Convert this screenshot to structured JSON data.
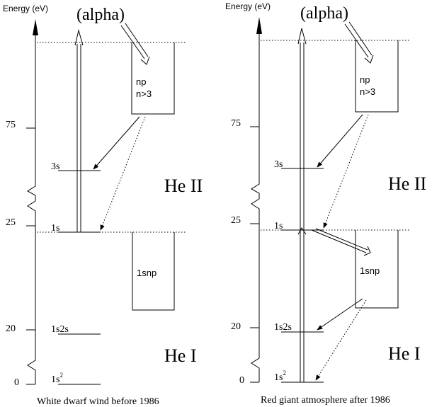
{
  "panels": [
    {
      "axis_label": "Energy (eV)",
      "alpha": "(alpha)",
      "ticks": [
        "75",
        "25",
        "20",
        "0"
      ],
      "levels": {
        "np": "np",
        "n_gt_3": "n>3",
        "three_s": "3s",
        "one_s": "1s",
        "onesnp": "1snp",
        "one_s2s": "1s2s",
        "ground": "1s",
        "ground_sup": "2"
      },
      "ion_labels": [
        "He II",
        "He I"
      ],
      "caption": "White dwarf wind before 1986"
    },
    {
      "axis_label": "Energy (eV)",
      "alpha": "(alpha)",
      "ticks": [
        "75",
        "25",
        "20",
        "0"
      ],
      "levels": {
        "np": "np",
        "n_gt_3": "n>3",
        "three_s": "3s",
        "one_s": "1s",
        "onesnp": "1snp",
        "one_s2s": "1s2s",
        "ground": "1s",
        "ground_sup": "2"
      },
      "ion_labels": [
        "He II",
        "He I"
      ],
      "caption": "Red giant atmosphere after 1986"
    }
  ]
}
